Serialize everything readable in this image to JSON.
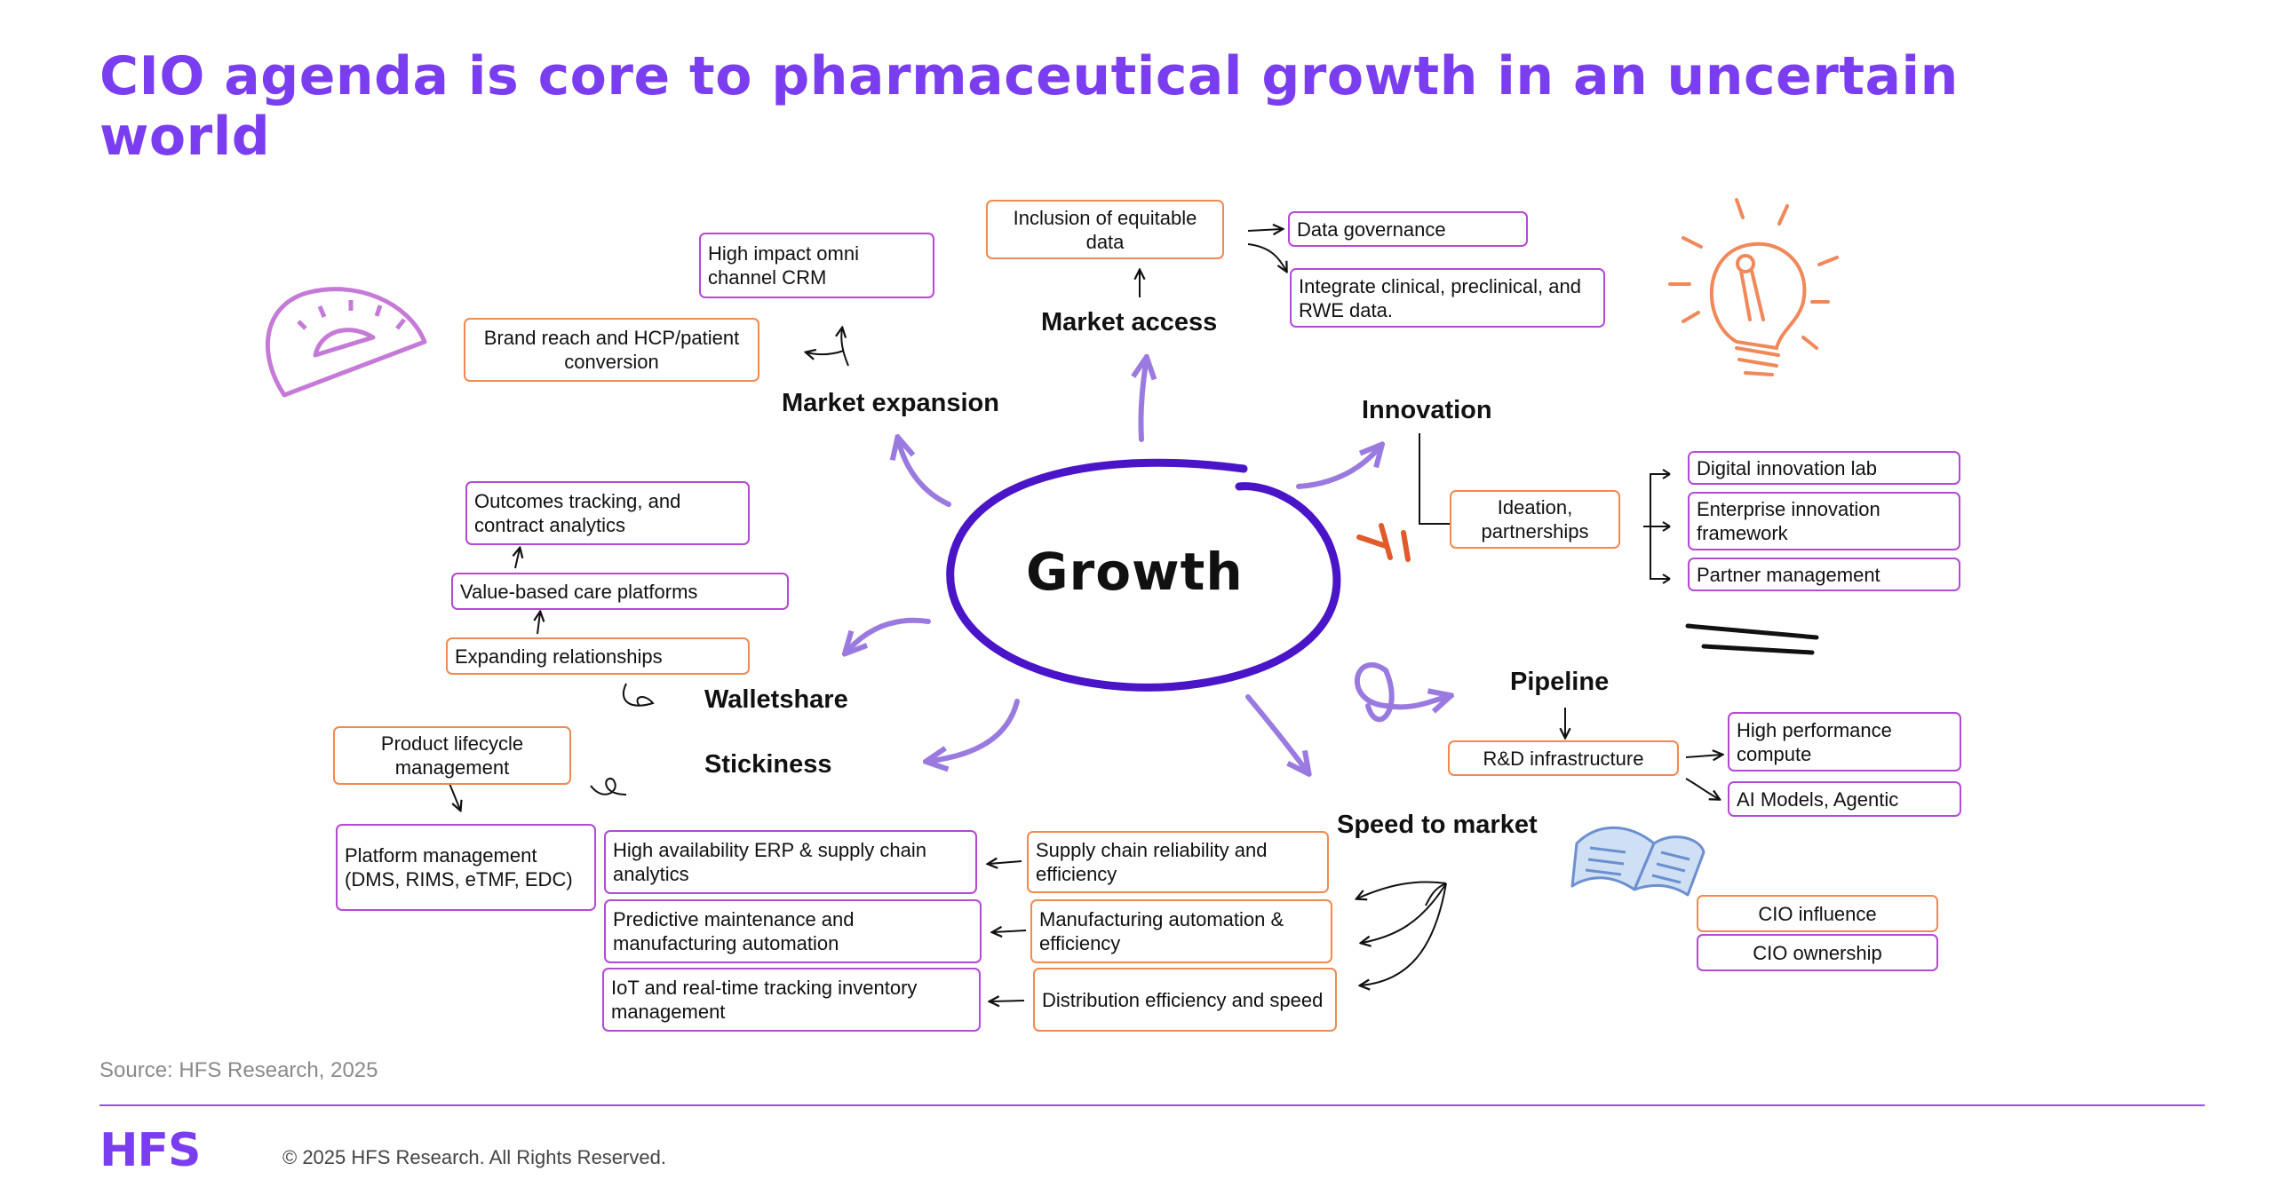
{
  "title": "CIO agenda is core to pharmaceutical growth in an uncertain world",
  "center": "Growth",
  "labels": {
    "market_access": "Market access",
    "market_expansion": "Market expansion",
    "innovation": "Innovation",
    "walletshare": "Walletshare",
    "stickiness": "Stickiness",
    "pipeline": "Pipeline",
    "speed_to_market": "Speed to market"
  },
  "boxes": {
    "inclusion": "Inclusion of equitable data",
    "data_governance": "Data governance",
    "integrate_data": "Integrate clinical, preclinical, and RWE data.",
    "omni_crm": "High impact omni channel CRM",
    "brand_reach": "Brand reach and HCP/patient conversion",
    "outcomes": "Outcomes tracking, and contract analytics",
    "value_based": "Value-based care platforms",
    "expanding": "Expanding relationships",
    "ideation": "Ideation, partnerships",
    "digital_lab": "Digital innovation lab",
    "enterprise_framework": "Enterprise innovation framework",
    "partner_mgmt": "Partner management",
    "rd_infra": "R&D infrastructure",
    "hpc": "High performance compute",
    "ai_models": "AI Models, Agentic",
    "plm": "Product lifecycle management",
    "platform_mgmt": "Platform management (DMS, RIMS, eTMF, EDC)",
    "erp": "High availability ERP & supply chain analytics",
    "predictive": "Predictive maintenance and manufacturing automation",
    "iot": "IoT and real-time tracking inventory management",
    "supply_chain": "Supply chain reliability and efficiency",
    "mfg_automation": "Manufacturing automation & efficiency",
    "distribution": "Distribution efficiency and speed"
  },
  "legend": {
    "influence": "CIO influence",
    "ownership": "CIO ownership"
  },
  "source": "Source: HFS Research, 2025",
  "logo": "HFS",
  "copyright": "© 2025 HFS Research. All Rights Reserved.",
  "colors": {
    "title": "#7a3df0",
    "ownership_border": "#b349d6",
    "influence_border": "#f2894f",
    "growth_ring": "#4a14c8",
    "arrow": "#9b7ae0"
  },
  "icons": [
    "protractor-icon",
    "lightbulb-icon",
    "book-icon"
  ]
}
